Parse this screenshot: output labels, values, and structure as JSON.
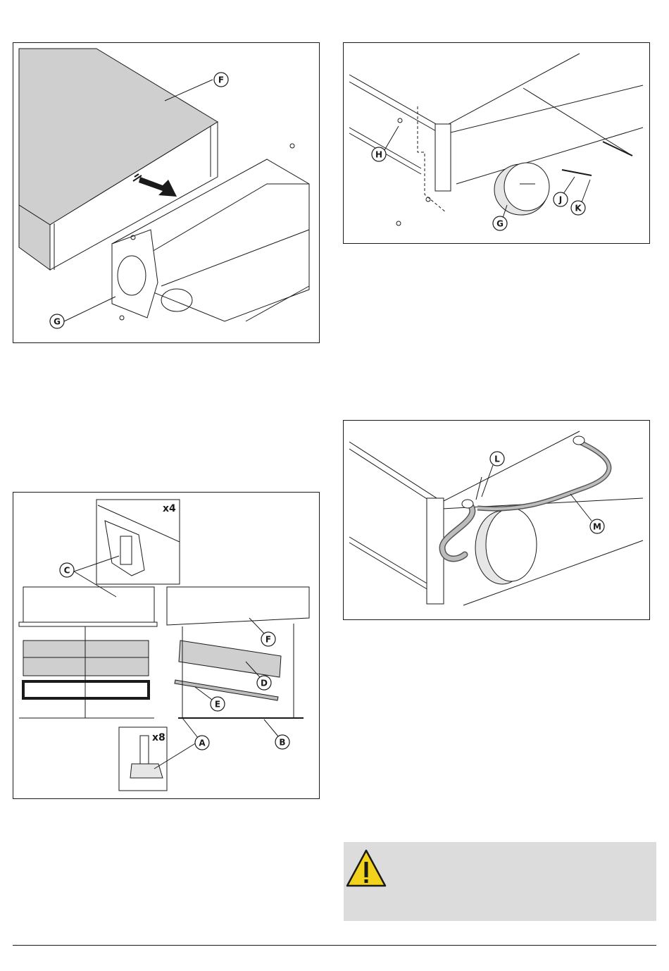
{
  "figures": [
    {
      "id": "fig1",
      "callouts": [
        "F",
        "G"
      ]
    },
    {
      "id": "fig2",
      "callouts": [
        "H",
        "G",
        "J",
        "K"
      ]
    },
    {
      "id": "fig3",
      "callouts": [
        "C",
        "F",
        "D",
        "E",
        "A",
        "B"
      ],
      "multipliers": [
        "x4",
        "x8"
      ]
    },
    {
      "id": "fig4",
      "callouts": [
        "L",
        "M"
      ]
    }
  ],
  "warning": {
    "icon": "warning-triangle-icon",
    "icon_color": "#f2d21b"
  },
  "colors": {
    "panel_gray": "#cfcfcf",
    "filter_gray": "#bdbdbd",
    "background": "#ffffff",
    "warning_bg": "#dcdcdc"
  }
}
